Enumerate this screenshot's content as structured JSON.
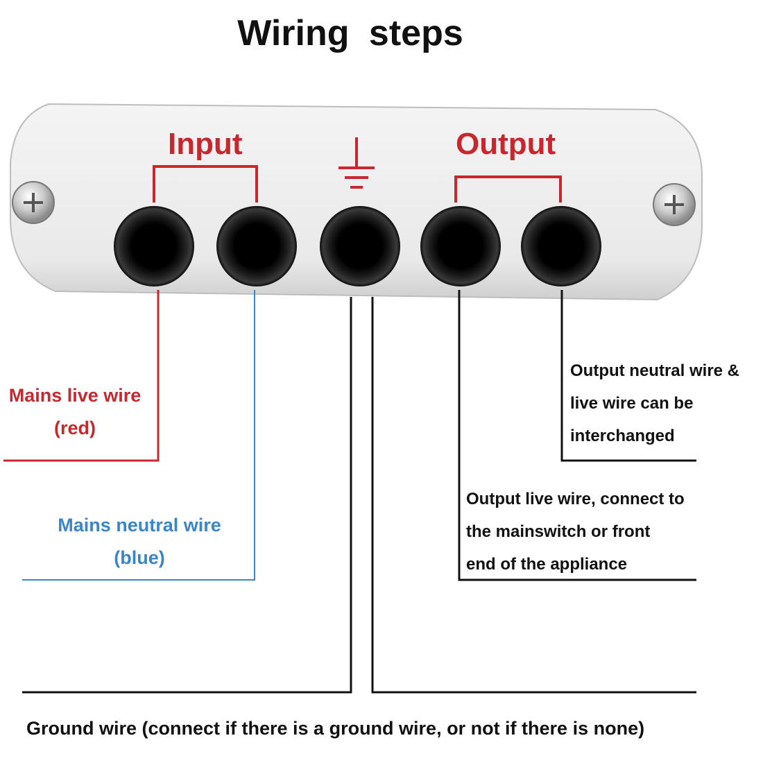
{
  "title": "Wiring  steps",
  "panel": {
    "input_label": "Input",
    "output_label": "Output",
    "center_symbol": "ground-symbol"
  },
  "wires": {
    "mains_live": {
      "line1": "Mains live wire",
      "line2": "(red)",
      "color": "#c8282d"
    },
    "mains_neutral": {
      "line1": "Mains neutral wire",
      "line2": "(blue)",
      "color": "#3a86c8"
    },
    "output_neutral": {
      "line1": "Output neutral wire &",
      "line2": "live wire can be",
      "line3": "interchanged"
    },
    "output_live": {
      "line1": "Output live wire, connect to",
      "line2": "the mainswitch or front",
      "line3": "end of the appliance"
    },
    "ground": {
      "text": "Ground wire (connect if there is a ground wire, or not if there is none)"
    }
  },
  "colors": {
    "label_red": "#c8282d",
    "label_blue": "#3a86c8",
    "wire_black": "#111111",
    "panel": "#eeeeee"
  }
}
